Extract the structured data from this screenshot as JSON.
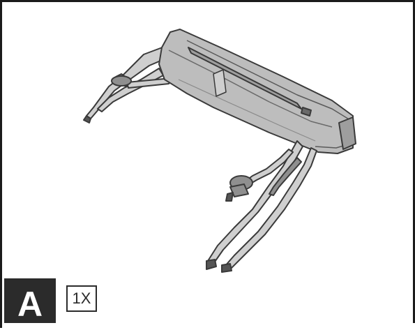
{
  "part": {
    "letter": "A",
    "quantity": "1X"
  },
  "illustration": {
    "subject": "folded-mesh-rail-with-legs",
    "colors": {
      "fabric": "#bdbdbd",
      "fabric_shadow": "#9e9e9e",
      "outline": "#3a3a3a",
      "frame_dark": "#2b2b2b"
    }
  }
}
